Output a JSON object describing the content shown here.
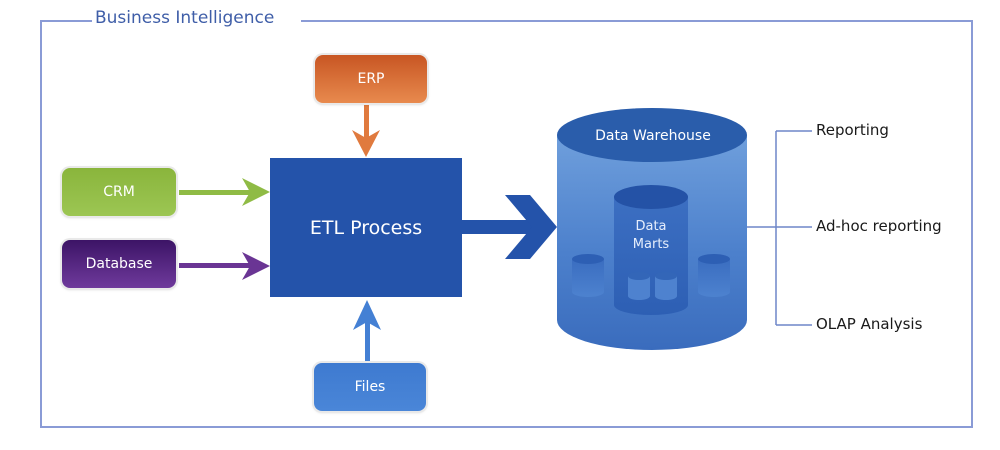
{
  "diagram": {
    "title": "Business Intelligence",
    "sources": {
      "erp": "ERP",
      "crm": "CRM",
      "database": "Database",
      "files": "Files"
    },
    "process": "ETL Process",
    "warehouse": {
      "label": "Data Warehouse",
      "inner_label": "Data Marts"
    },
    "outputs": [
      "Reporting",
      "Ad-hoc reporting",
      "OLAP Analysis"
    ],
    "colors": {
      "frame": "#8a9bd6",
      "title": "#3f5ea8",
      "erp": "#d56a33",
      "crm": "#8fbb45",
      "database": "#5a2a88",
      "files": "#4480d4",
      "etl": "#2453aa",
      "warehouse": "#2a5dab"
    }
  }
}
